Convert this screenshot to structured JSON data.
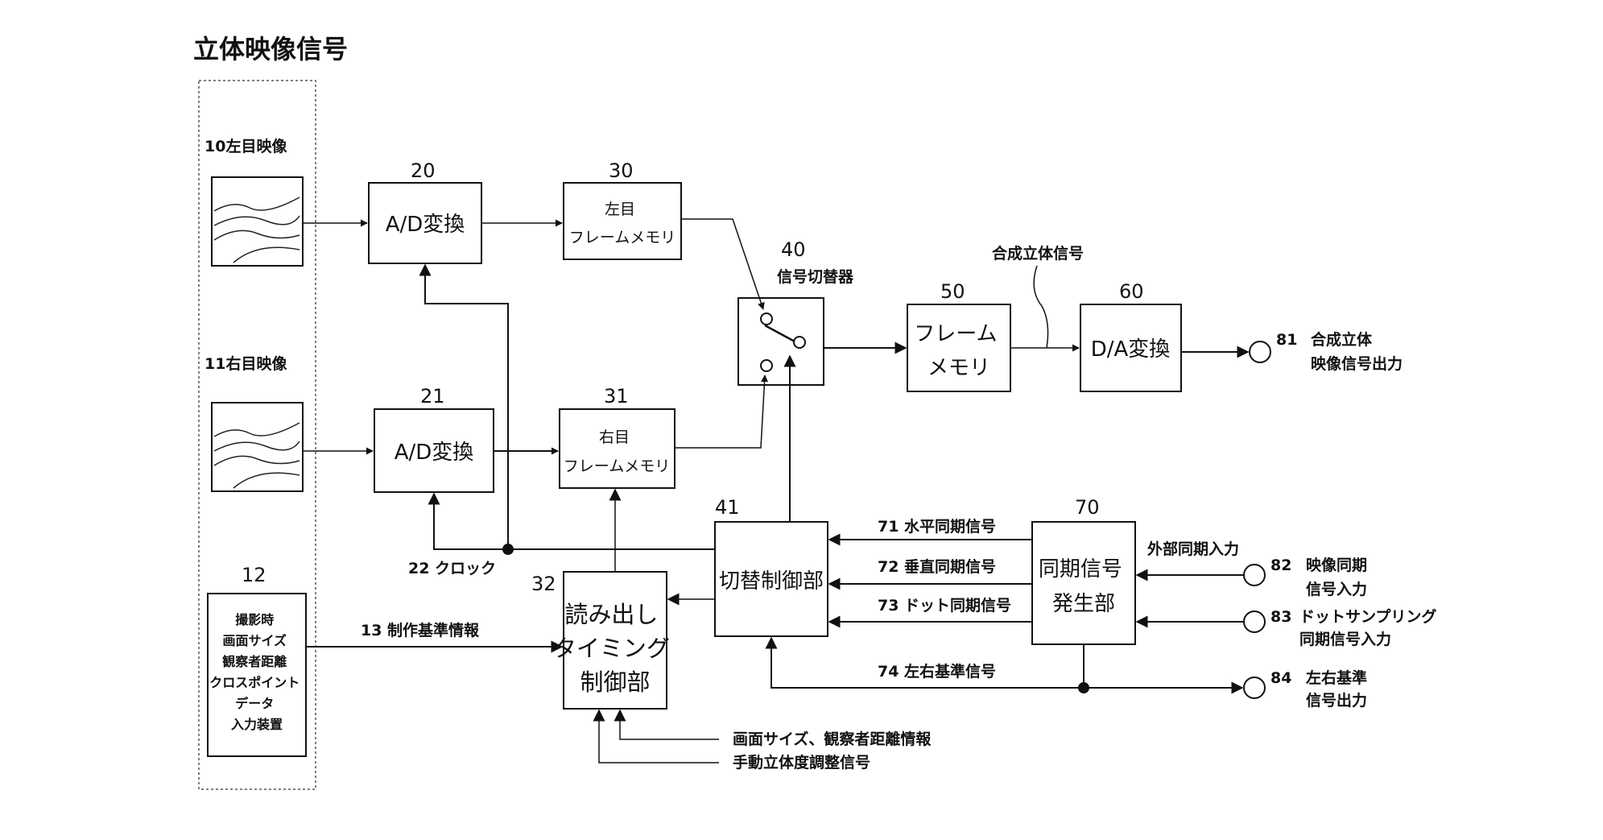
{
  "title": "立体映像信号",
  "left_image_label": "10左目映像",
  "right_image_label": "11右目映像",
  "input_device": {
    "number": "12",
    "lines": [
      "撮影時",
      "画面サイズ",
      "観察者距離",
      "クロスポイント",
      "データ",
      "入力装置"
    ]
  },
  "blocks": {
    "ad_left": {
      "number": "20",
      "label": "A/D変換"
    },
    "ad_right": {
      "number": "21",
      "label": "A/D変換"
    },
    "fm_left": {
      "number": "30",
      "line1": "左目",
      "line2": "フレームメモリ"
    },
    "fm_right": {
      "number": "31",
      "line1": "右目",
      "line2": "フレームメモリ"
    },
    "switcher": {
      "number": "40",
      "label": "信号切替器"
    },
    "frame_memory": {
      "number": "50",
      "line1": "フレーム",
      "line2": "メモリ"
    },
    "da": {
      "number": "60",
      "label": "D/A変換"
    },
    "readout": {
      "number": "32",
      "line1": "読み出し",
      "line2": "タイミング",
      "line3": "制御部"
    },
    "switch_ctrl": {
      "number": "41",
      "label": "切替制御部"
    },
    "sync_gen": {
      "number": "70",
      "line1": "同期信号",
      "line2": "発生部"
    }
  },
  "signals": {
    "clock": "22 クロック",
    "production_ref": "13  制作基準情報",
    "composite_signal": "合成立体信号",
    "hsync": "71  水平同期信号",
    "vsync": "72  垂直同期信号",
    "dotsync": "73  ドット同期信号",
    "lr_ref": "74  左右基準信号",
    "ext_sync": "外部同期入力",
    "screen_info": "画面サイズ、観察者距離情報",
    "manual_adjust": "手動立体度調整信号"
  },
  "terminals": {
    "t81": {
      "number": "81",
      "line1": "合成立体",
      "line2": "映像信号出力"
    },
    "t82": {
      "number": "82",
      "line1": "映像同期",
      "line2": "信号入力"
    },
    "t83": {
      "number": "83",
      "line1": "ドットサンプリング",
      "line2": "同期信号入力"
    },
    "t84": {
      "number": "84",
      "line1": "左右基準",
      "line2": "信号出力"
    }
  }
}
